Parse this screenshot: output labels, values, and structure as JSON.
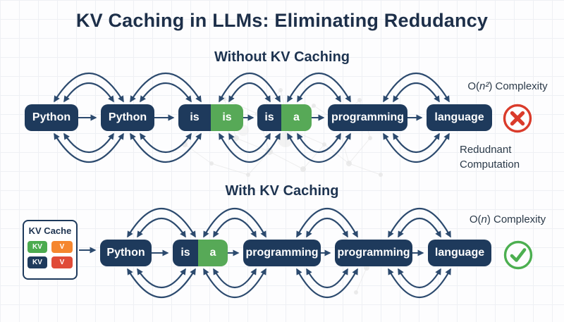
{
  "title": "KV Caching in LLMs: Eliminating Redudancy",
  "colors": {
    "navy": "#1e3a5c",
    "green": "#57a957",
    "arc_navy": "#2c4a6e",
    "error_red": "#da3b2b",
    "success_green": "#4caf50",
    "chip_green": "#4cab50",
    "chip_orange": "#f5862f",
    "chip_red": "#e04b38"
  },
  "without": {
    "heading": "Without KV Caching",
    "tokens": [
      {
        "label": "Python"
      },
      {
        "label": "Python"
      },
      {
        "left": "is",
        "right": "is"
      },
      {
        "left": "is",
        "right": "a"
      },
      {
        "label": "programming"
      },
      {
        "label": "language"
      }
    ],
    "complexity": {
      "pre": "O(",
      "var": "n²",
      "post": ") Complexity"
    },
    "note": "Redudnant Computation",
    "status_icon": "x-circle"
  },
  "with": {
    "heading": "With KV Caching",
    "kv_cache": {
      "title": "KV Cache",
      "chips": [
        {
          "label": "KV",
          "color": "green"
        },
        {
          "label": "V",
          "color": "orange"
        },
        {
          "label": "KV",
          "color": "navy"
        },
        {
          "label": "V",
          "color": "red"
        }
      ]
    },
    "tokens": [
      {
        "label": "Python"
      },
      {
        "left": "is",
        "right": "a"
      },
      {
        "label": "programming"
      },
      {
        "label": "programming"
      },
      {
        "label": "language"
      }
    ],
    "complexity": {
      "pre": "O(",
      "var": "n",
      "post": ") Complexity"
    },
    "status_icon": "check-circle"
  }
}
